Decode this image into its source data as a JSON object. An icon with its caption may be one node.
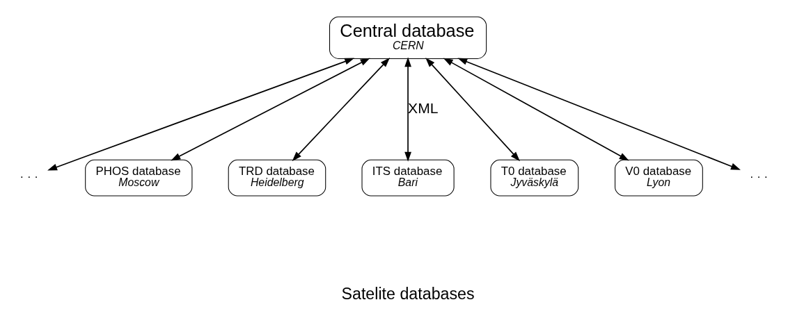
{
  "diagram": {
    "nodes": [
      {
        "text": [
          "Central database",
          "CERN"
        ]
      },
      {
        "text": [
          "· · ·"
        ]
      },
      {
        "text": [
          "PHOS database",
          "Moscow"
        ]
      },
      {
        "text": [
          "TRD database",
          "Heidelberg"
        ]
      },
      {
        "text": [
          "ITS database",
          "Bari"
        ]
      },
      {
        "text": [
          "T0 database",
          "Jyväskylä"
        ]
      },
      {
        "text": [
          "V0 database",
          "Lyon"
        ]
      },
      {
        "text": [
          "· · ·"
        ]
      }
    ],
    "edges": [
      {
        "from": 0,
        "to": 1,
        "arrow": "both"
      },
      {
        "from": 0,
        "to": 2,
        "arrow": "both"
      },
      {
        "from": 0,
        "to": 3,
        "arrow": "both"
      },
      {
        "from": 0,
        "to": 4,
        "arrow": "both",
        "label": "XML"
      },
      {
        "from": 0,
        "to": 5,
        "arrow": "both"
      },
      {
        "from": 0,
        "to": 6,
        "arrow": "both"
      },
      {
        "from": 0,
        "to": 7,
        "arrow": "both"
      }
    ],
    "labels": [
      "Satelite databases"
    ]
  }
}
